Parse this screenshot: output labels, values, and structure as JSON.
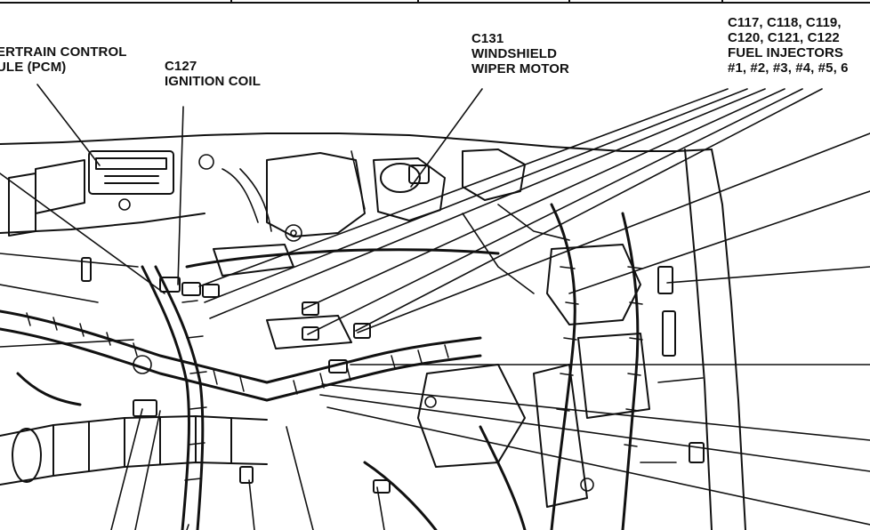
{
  "callouts": {
    "pcm": {
      "line1": "ERTRAIN CONTROL",
      "line2": "ULE (PCM)"
    },
    "c127": {
      "code": "C127",
      "name": "IGNITION COIL"
    },
    "c131": {
      "code": "C131",
      "name1": "WINDSHIELD",
      "name2": "WIPER MOTOR"
    },
    "c117": {
      "line1": "C117, C118, C119,",
      "line2": "C120, C121, C122",
      "line3": "FUEL INJECTORS",
      "line4": "#1, #2, #3, #4, #5, 6"
    }
  },
  "colors": {
    "ink": "#111111",
    "paper": "#ffffff"
  }
}
